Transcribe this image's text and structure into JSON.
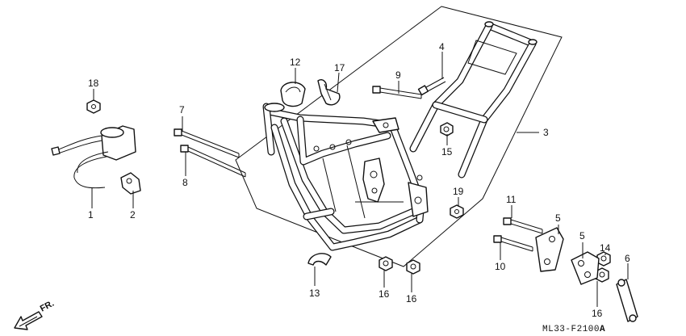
{
  "diagram": {
    "code": "ML33-F2100",
    "code_suffix": "A",
    "direction_label": "FR.",
    "callouts": [
      {
        "id": "c1",
        "label": "1"
      },
      {
        "id": "c2",
        "label": "2"
      },
      {
        "id": "c3",
        "label": "3"
      },
      {
        "id": "c4",
        "label": "4"
      },
      {
        "id": "c5a",
        "label": "5"
      },
      {
        "id": "c5b",
        "label": "5"
      },
      {
        "id": "c6",
        "label": "6"
      },
      {
        "id": "c7",
        "label": "7"
      },
      {
        "id": "c8",
        "label": "8"
      },
      {
        "id": "c9",
        "label": "9"
      },
      {
        "id": "c10",
        "label": "10"
      },
      {
        "id": "c11",
        "label": "11"
      },
      {
        "id": "c12",
        "label": "12"
      },
      {
        "id": "c13",
        "label": "13"
      },
      {
        "id": "c14",
        "label": "14"
      },
      {
        "id": "c15",
        "label": "15"
      },
      {
        "id": "c16a",
        "label": "16"
      },
      {
        "id": "c16b",
        "label": "16"
      },
      {
        "id": "c16c",
        "label": "16"
      },
      {
        "id": "c17",
        "label": "17"
      },
      {
        "id": "c18",
        "label": "18"
      },
      {
        "id": "c19",
        "label": "19"
      }
    ]
  }
}
